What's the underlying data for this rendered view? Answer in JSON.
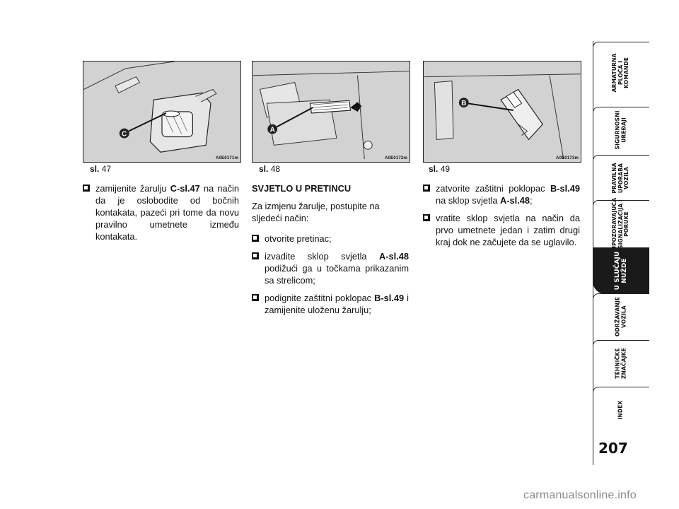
{
  "figures": [
    {
      "code": "A0E0171m",
      "caption_prefix": "sl.",
      "caption_number": "47",
      "marker": "C"
    },
    {
      "code": "A0E0172m",
      "caption_prefix": "sl.",
      "caption_number": "48",
      "marker": "A"
    },
    {
      "code": "A0E0173m",
      "caption_prefix": "sl.",
      "caption_number": "49",
      "marker": "B"
    }
  ],
  "col1": {
    "bullet1_pre": "zamijenite žarulju ",
    "bullet1_bold": "C-sl.47",
    "bullet1_post": " na način da je oslobodite od bočnih kontakata, pazeći pri tome da novu pravilno umetnete između kontakata."
  },
  "col2": {
    "heading": "SVJETLO U PRETINCU",
    "intro": "Za izmjenu žarulje, postupite na sljedeći način:",
    "bullet1": "otvorite pretinac;",
    "bullet2_pre": "izvadite sklop svjetla ",
    "bullet2_bold": "A-sl.48",
    "bullet2_post": " podižući ga u točkama prikazanim sa strelicom;",
    "bullet3_pre": "podignite zaštitni poklopac ",
    "bullet3_bold": "B-sl.49",
    "bullet3_post": " i zamijenite uloženu žarulju;"
  },
  "col3": {
    "bullet1_pre": "zatvorite zaštitni poklopac ",
    "bullet1_bold": "B-sl.49",
    "bullet1_mid": " na sklop svjetla ",
    "bullet1_bold2": "A-sl.48",
    "bullet1_post": ";",
    "bullet2": "vratite sklop svjetla na način da prvo umetnete jedan i zatim drugi kraj dok ne začujete da se uglavilo."
  },
  "sidebar": {
    "tabs": [
      "ARMATURNA\nPLOČA I\nKOMANDE",
      "SIGURNOSNI\nUREĐAJI",
      "PRAVILNA\nUPORABA\nVOZILA",
      "UPOZORAVAJUĆA\nSIGNALIZACIJA I\nPORUKE",
      "U SLUČAJU\nNUŽDE",
      "ODRŽAVANJE\nVOZILA",
      "TEHNIČKE\nZNAČAJKE",
      "INDEX"
    ],
    "selected_index": 4
  },
  "page_number": "207",
  "watermark": "carmanualsonline.info"
}
